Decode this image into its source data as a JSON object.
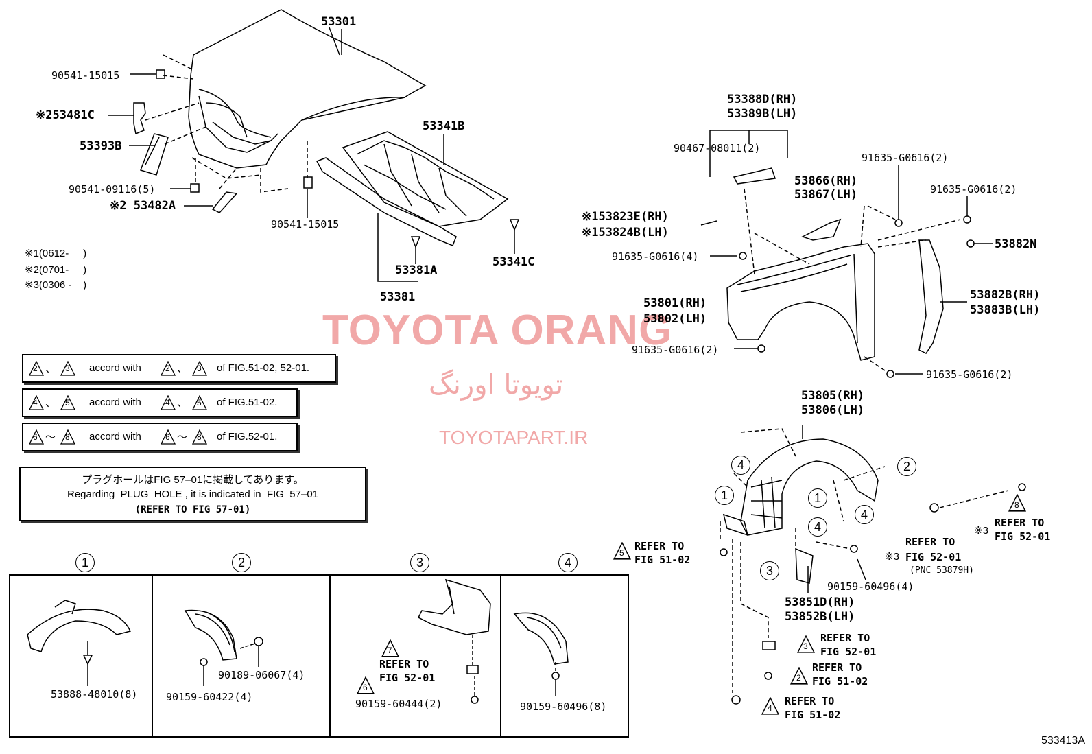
{
  "watermark": {
    "brand": "TOYOTA ORANG",
    "brand_fa": "تویوتا اورنگ",
    "site": "TOYOTAPART.IR"
  },
  "parts": {
    "p53301": "53301",
    "p90541_15015_a": "90541-15015",
    "p53481c": "※253481C",
    "p53393b": "53393B",
    "p90541_09116": "90541-09116(5)",
    "p53482a": "※2 53482A",
    "p90541_15015_b": "90541-15015",
    "p53341b": "53341B",
    "p53341c": "53341C",
    "p53381a": "53381A",
    "p53381": "53381",
    "p53388d": "53388D(RH)",
    "p53389b": "53389B(LH)",
    "p90467": "90467-08011(2)",
    "p91635_a": "91635-G0616(2)",
    "p53866": "53866(RH)",
    "p53867": "53867(LH)",
    "p91635_b": "91635-G0616(2)",
    "p53823e": "※153823E(RH)",
    "p53824b": "※153824B(LH)",
    "p53882n": "53882N",
    "p91635_c": "91635-G0616(4)",
    "p53801": "53801(RH)",
    "p53802": "53802(LH)",
    "p53882b": "53882B(RH)",
    "p53883b": "53883B(LH)",
    "p91635_d": "91635-G0616(2)",
    "p91635_e": "91635-G0616(2)",
    "p53805": "53805(RH)",
    "p53806": "53806(LH)",
    "p90159_60496_a": "90159-60496(4)",
    "p53851d": "53851D(RH)",
    "p53852b": "53852B(LH)",
    "p53888": "53888-48010(8)",
    "p90189": "90189-06067(4)",
    "p90159_60422": "90159-60422(4)",
    "p90159_60444": "90159-60444(2)",
    "p90159_60496_b": "90159-60496(8)"
  },
  "date_notes": [
    "※1(0612-     )",
    "※2(0701-     )",
    "※3(0306 -    )"
  ],
  "accord": {
    "r1_a": "2",
    "r1_b": "3",
    "r1_text": "accord with",
    "r1_c": "2",
    "r1_d": "3",
    "r1_tail": "of FIG.51-02, 52-01.",
    "r2_a": "4",
    "r2_b": "5",
    "r2_text": "accord with",
    "r2_c": "4",
    "r2_d": "5",
    "r2_tail": "of FIG.51-02.",
    "r3_a": "6",
    "r3_b": "8",
    "r3_text": "accord with",
    "r3_c": "6",
    "r3_d": "8",
    "r3_tail": "of FIG.52-01.",
    "sep_comma": "、",
    "sep_tilde": "～"
  },
  "plug_note": {
    "jp": "プラグホールはFIG 57–01に掲載してあります。",
    "en": "Regarding  PLUG  HOLE , it is indicated in  FIG  57–01",
    "ref": "(REFER TO FIG 57-01)"
  },
  "refer": {
    "r5": {
      "tri": "5",
      "l1": "REFER TO",
      "l2": "FIG 51-02"
    },
    "r8": {
      "tri": "8",
      "l1": "REFER TO",
      "l2": "FIG 52-01",
      "mark": "※3"
    },
    "r_pnc": {
      "l1": "REFER TO",
      "l2": "FIG 52-01",
      "l3": "(PNC 53879H)",
      "mark": "※3"
    },
    "r3": {
      "tri": "3",
      "l1": "REFER TO",
      "l2": "FIG 52-01"
    },
    "r2": {
      "tri": "2",
      "l1": "REFER TO",
      "l2": "FIG 51-02"
    },
    "r4": {
      "tri": "4",
      "l1": "REFER TO",
      "l2": "FIG 51-02"
    },
    "r7": {
      "tri": "7",
      "l1": "REFER TO",
      "l2": "FIG 52-01"
    },
    "r6": {
      "tri": "6"
    }
  },
  "circles": {
    "c1": "1",
    "c2": "2",
    "c3": "3",
    "c4": "4"
  },
  "detail_headers": [
    "1",
    "2",
    "3",
    "4"
  ],
  "figure_code": "533413A"
}
